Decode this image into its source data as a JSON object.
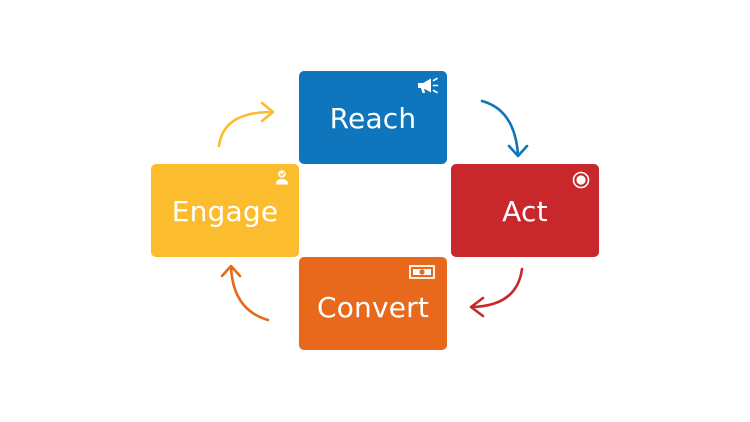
{
  "stages": [
    {
      "id": "reach",
      "label": "Reach",
      "color": "#0f75bc",
      "icon": "megaphone-icon"
    },
    {
      "id": "act",
      "label": "Act",
      "color": "#c8272b",
      "icon": "record-icon"
    },
    {
      "id": "convert",
      "label": "Convert",
      "color": "#e8691b",
      "icon": "banknote-icon"
    },
    {
      "id": "engage",
      "label": "Engage",
      "color": "#fbbc2d",
      "icon": "verified-user-icon"
    }
  ],
  "arrow_colors": {
    "reach_to_act": "#0f75bc",
    "act_to_convert": "#c8272b",
    "convert_to_engage": "#e8691b",
    "engage_to_reach": "#fbbc2d"
  }
}
